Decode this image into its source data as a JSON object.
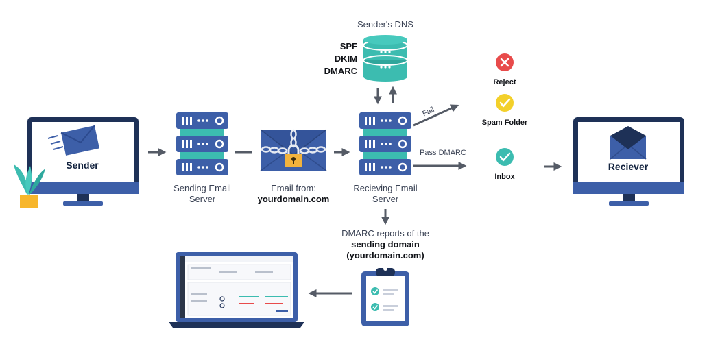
{
  "dns": {
    "title": "Sender's DNS",
    "records": [
      "SPF",
      "DKIM",
      "DMARC"
    ]
  },
  "sender": {
    "label": "Sender"
  },
  "sending_server": {
    "line1": "Sending Email",
    "line2": "Server"
  },
  "email": {
    "line1": "Email from:",
    "line2": "yourdomain.com"
  },
  "receiving_server": {
    "line1": "Recieving Email",
    "line2": "Server"
  },
  "paths": {
    "fail": "Fail",
    "pass": "Pass DMARC"
  },
  "outcomes": {
    "reject": "Reject",
    "spam": "Spam Folder",
    "inbox": "Inbox"
  },
  "receiver": {
    "label": "Reciever"
  },
  "reports": {
    "line1": "DMARC reports of the",
    "line2": "sending domain",
    "line3": "(yourdomain.com)"
  },
  "colors": {
    "navy": "#1e3157",
    "blue": "#3d5fa8",
    "teal": "#3cbcb0",
    "reject": "#e84b4b",
    "spam": "#f3d02a",
    "inbox": "#3cbcb0",
    "arrow": "#555b66",
    "lock": "#f2b33d"
  }
}
